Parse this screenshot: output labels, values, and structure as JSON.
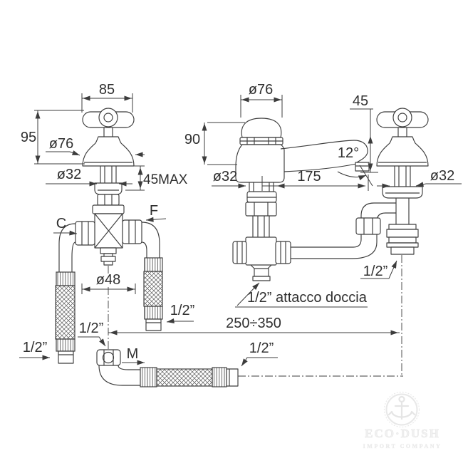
{
  "drawing": {
    "dims": {
      "w85": "85",
      "h95": "95",
      "d76_left": "ø76",
      "d32_left": "ø32",
      "max45": "45MAX",
      "d76_mid": "ø76",
      "h90": "90",
      "v45": "45",
      "angle12": "12°",
      "len175": "175",
      "d32_mid": "ø32",
      "d32_right": "ø32",
      "d48": "ø48",
      "range": "250÷350"
    },
    "ports": {
      "label_c": "C",
      "label_f": "F",
      "label_m": "M",
      "half_c": "1/2”",
      "half_f": "1/2”",
      "half_m": "1/2”",
      "half_hose_end": "1/2”",
      "half_right": "1/2”",
      "shower": "1/2” attacco  doccia"
    },
    "watermark": {
      "brand": "ECO·DUSH",
      "subtitle": "IMPORT COMPANY"
    },
    "colors": {
      "line": "#3c3c3c",
      "background": "#ffffff",
      "watermark": "#ededed"
    }
  }
}
